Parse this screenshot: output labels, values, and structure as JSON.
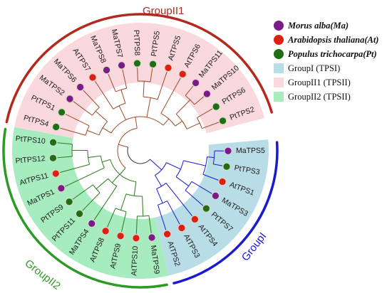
{
  "title_groups": {
    "group_ii1": "GroupII1",
    "group_ii2": "GroupII2",
    "group_i": "GroupI"
  },
  "colors": {
    "group_ii1_bg": "#f9d9de",
    "group_ii2_bg": "#a6ecbe",
    "group_i_bg": "#b9dde6",
    "group_ii1_arc": "#b22a1e",
    "group_ii2_arc": "#2e9a26",
    "group_i_arc": "#1a1ad0",
    "branch_ii1": "#a04a28",
    "branch_ii2": "#2e7a1e",
    "branch_i": "#1a1ad0",
    "morus": "#7b1b8a",
    "arabidopsis": "#dd1f14",
    "populus": "#1f6e14"
  },
  "legend": [
    {
      "kind": "dot",
      "color": "#7b1b8a",
      "label": "Morus alba(Ma)",
      "style": "bi"
    },
    {
      "kind": "dot",
      "color": "#dd1f14",
      "label": "Arabidopsis thaliana(At)",
      "style": "bi"
    },
    {
      "kind": "dot",
      "color": "#1f6e14",
      "label": "Populus trichocarpa(Pt)",
      "style": "bi"
    },
    {
      "kind": "square",
      "color": "#b9dde6",
      "label": "GroupI (TPSI)",
      "style": "plain"
    },
    {
      "kind": "square",
      "color": "#f9d9de",
      "label": "GroupII1 (TPSII)",
      "style": "plain"
    },
    {
      "kind": "square",
      "color": "#a6ecbe",
      "label": "GroupII2 (TPSII)",
      "style": "plain"
    }
  ],
  "leaves": [
    {
      "label": "PtTPS2",
      "species": "Pt",
      "group": "II1"
    },
    {
      "label": "PtTPS6",
      "species": "Pt",
      "group": "II1"
    },
    {
      "label": "MaTPS10",
      "species": "Ma",
      "group": "II1"
    },
    {
      "label": "MaTPS11",
      "species": "Ma",
      "group": "II1"
    },
    {
      "label": "AtTPS6",
      "species": "At",
      "group": "II1"
    },
    {
      "label": "AtTPS5",
      "species": "At",
      "group": "II1"
    },
    {
      "label": "PtTPS5",
      "species": "Pt",
      "group": "II1"
    },
    {
      "label": "PtTPS8",
      "species": "Pt",
      "group": "II1"
    },
    {
      "label": "MaTPS7",
      "species": "Ma",
      "group": "II1"
    },
    {
      "label": "MaTPS8",
      "species": "Ma",
      "group": "II1"
    },
    {
      "label": "AtTPS7",
      "species": "At",
      "group": "II1"
    },
    {
      "label": "MaTPS6",
      "species": "Ma",
      "group": "II1"
    },
    {
      "label": "MaTPS2",
      "species": "Ma",
      "group": "II1"
    },
    {
      "label": "PtTPS1",
      "species": "Pt",
      "group": "II1"
    },
    {
      "label": "PtTPS4",
      "species": "Pt",
      "group": "II1"
    },
    {
      "label": "PtTPS10",
      "species": "Pt",
      "group": "II2"
    },
    {
      "label": "PtTPS12",
      "species": "Pt",
      "group": "II2"
    },
    {
      "label": "AtTPS11",
      "species": "At",
      "group": "II2"
    },
    {
      "label": "MaTPS1",
      "species": "Ma",
      "group": "II2"
    },
    {
      "label": "PtTPS9",
      "species": "Pt",
      "group": "II2"
    },
    {
      "label": "PtTPS11",
      "species": "Pt",
      "group": "II2"
    },
    {
      "label": "MaTPS4",
      "species": "Ma",
      "group": "II2"
    },
    {
      "label": "AtTPS8",
      "species": "At",
      "group": "II2"
    },
    {
      "label": "AtTPS9",
      "species": "At",
      "group": "II2"
    },
    {
      "label": "AtTPS10",
      "species": "At",
      "group": "II2"
    },
    {
      "label": "MaTPS9",
      "species": "Ma",
      "group": "II2"
    },
    {
      "label": "AtTPS2",
      "species": "At",
      "group": "I"
    },
    {
      "label": "AtTPS3",
      "species": "At",
      "group": "I"
    },
    {
      "label": "AtTPS4",
      "species": "At",
      "group": "I"
    },
    {
      "label": "PtTPS7",
      "species": "Pt",
      "group": "I"
    },
    {
      "label": "MaTPS3",
      "species": "Ma",
      "group": "I"
    },
    {
      "label": "AtTPS1",
      "species": "At",
      "group": "I"
    },
    {
      "label": "PtTPS3",
      "species": "Pt",
      "group": "I"
    },
    {
      "label": "MaTPS5",
      "species": "Ma",
      "group": "I"
    }
  ]
}
